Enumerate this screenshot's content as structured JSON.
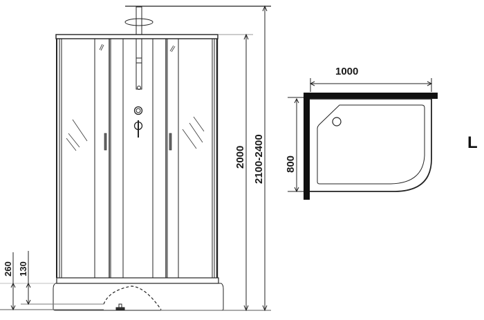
{
  "front_view": {
    "dims": {
      "base_height_outer": "260",
      "base_height_inner": "130",
      "cabin_height": "2000",
      "total_height_range": "2100-2400"
    }
  },
  "top_view": {
    "dims": {
      "width": "1000",
      "depth": "800"
    },
    "orientation_label": "L"
  },
  "colors": {
    "line": "#222222",
    "light_line": "#888888",
    "background": "#ffffff"
  }
}
